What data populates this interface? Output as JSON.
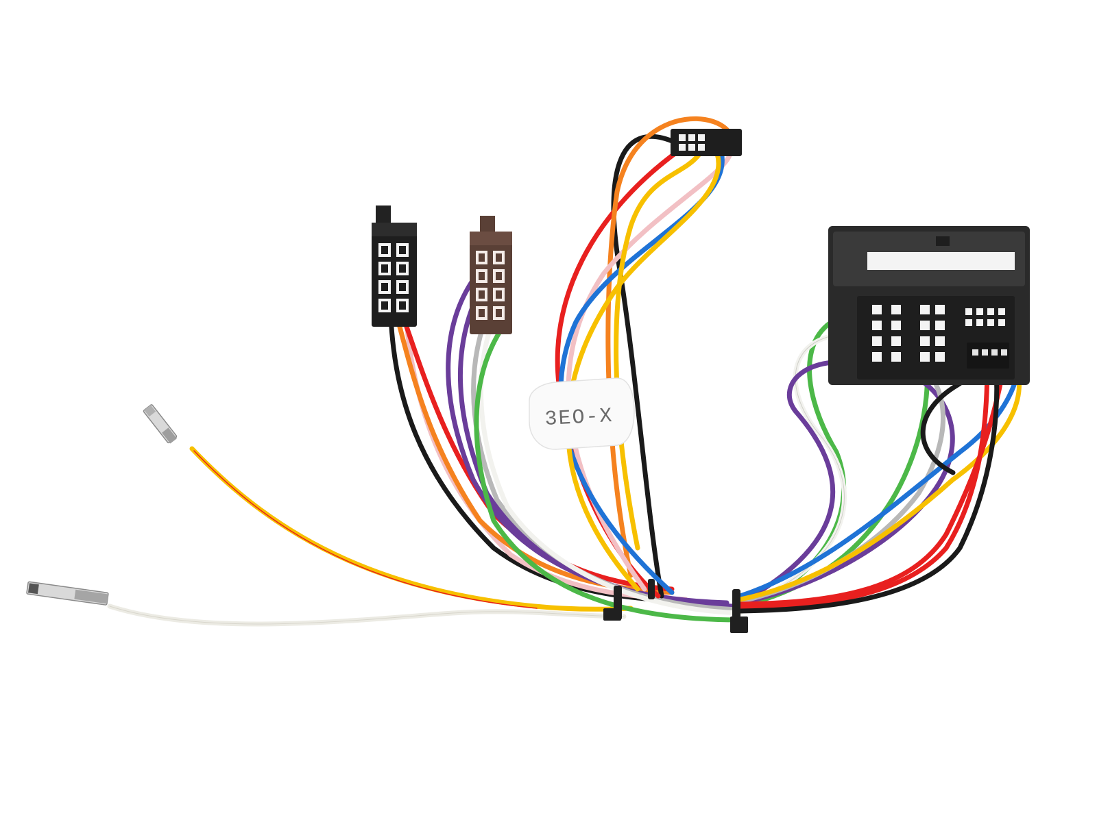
{
  "product_photo": {
    "label_text": "3EO-X",
    "wire_colors": {
      "red": "#e8201f",
      "orange": "#f5821f",
      "yellow": "#f7c000",
      "blue": "#1f73d6",
      "pink": "#f2c0c4",
      "black": "#1a1a1a",
      "purple": "#6a3d9a",
      "grey": "#b8b8b8",
      "white": "#f2f2ee",
      "green": "#4cb848",
      "brown": "#6b4a3a"
    },
    "connectors": [
      {
        "name": "iso-power-connector-black",
        "color": "#1e1e1e"
      },
      {
        "name": "iso-speaker-connector-brown",
        "color": "#5a4036"
      },
      {
        "name": "small-multipin-plug",
        "color": "#1e1e1e"
      },
      {
        "name": "vehicle-quadlock-connector",
        "color": "#2a2a2a"
      }
    ]
  }
}
